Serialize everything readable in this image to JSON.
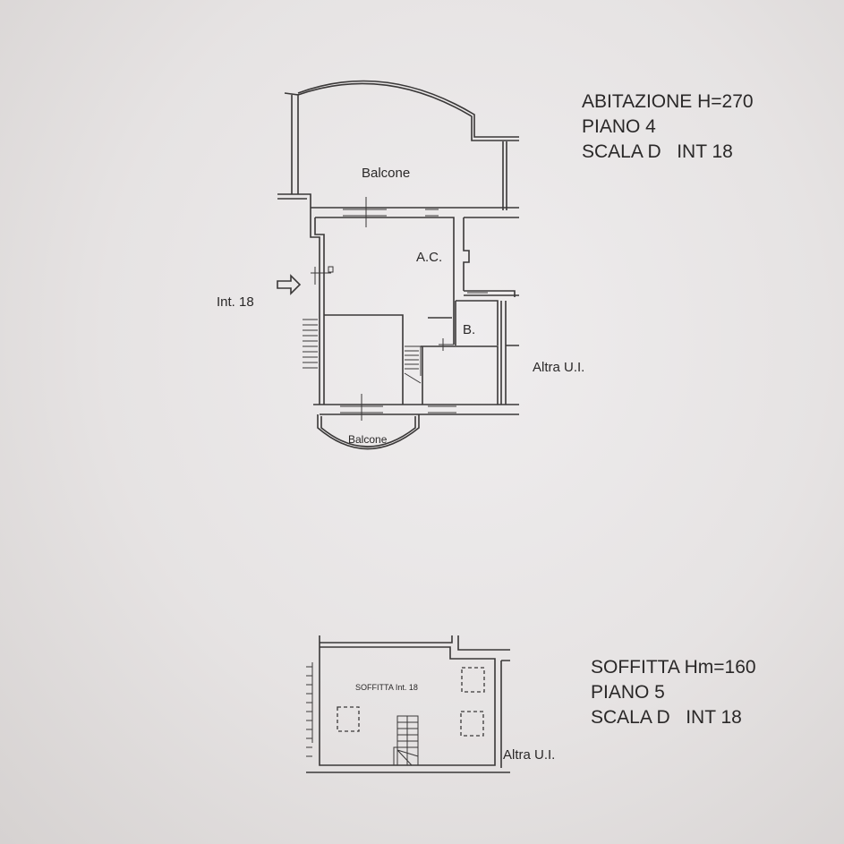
{
  "floor4": {
    "heading": [
      "ABITAZIONE H=270",
      "PIANO 4",
      "SCALA D   INT 18"
    ],
    "rooms": {
      "balcony_top": "Balcone",
      "living": "A.C.",
      "bath": "B.",
      "balcony_bottom": "Balcone"
    },
    "entrance_label": "Int. 18",
    "neighbor_label": "Altra U.I."
  },
  "floor5": {
    "heading": [
      "SOFFITTA Hm=160",
      "PIANO 5",
      "SCALA D   INT 18"
    ],
    "room_label": "SOFFITTA Int. 18",
    "neighbor_label": "Altra U.I."
  }
}
